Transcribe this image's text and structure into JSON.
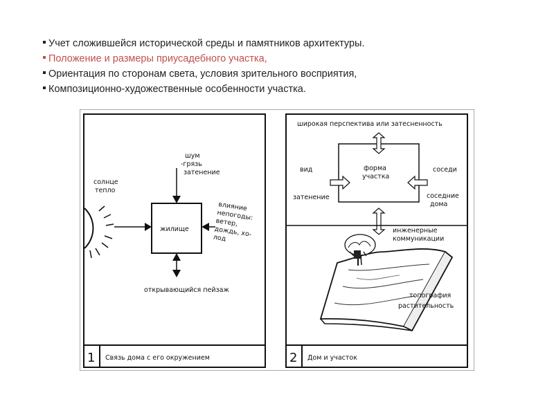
{
  "bullets": [
    {
      "text": "Учет сложившейся исторической среды и памятников архитектуры.",
      "highlight": false
    },
    {
      "text": "Положение и размеры приусадебного участка,",
      "highlight": true
    },
    {
      "text": "Ориентация по сторонам света, условия зрительного восприятия,",
      "highlight": false
    },
    {
      "text": "Композиционно-художественные особенности участка.",
      "highlight": false
    }
  ],
  "colors": {
    "accent": "#c0504d",
    "text": "#222222",
    "line": "#111111"
  },
  "panel1": {
    "number": "1",
    "caption": "Связь дома с его окружением",
    "center": "жилище",
    "top": [
      "шум",
      "-грязь",
      "затенение"
    ],
    "left": [
      "солнце",
      "тепло"
    ],
    "right": [
      "влияние",
      "непогоды:",
      "ветер,",
      "дождь, хо-",
      "лод"
    ],
    "bottom": "открывающийся пейзаж"
  },
  "panel2": {
    "number": "2",
    "caption": "Дом и участок",
    "top": "широкая перспектива или затесненность",
    "center": [
      "форма",
      "участка"
    ],
    "left_top": "вид",
    "left_bottom": "затенение",
    "right_top": "соседи",
    "right_bottom": [
      "соседние",
      "дома"
    ],
    "utilities": [
      "инженерные",
      "коммуникации"
    ],
    "terrain": [
      "топография",
      "растительность"
    ]
  }
}
